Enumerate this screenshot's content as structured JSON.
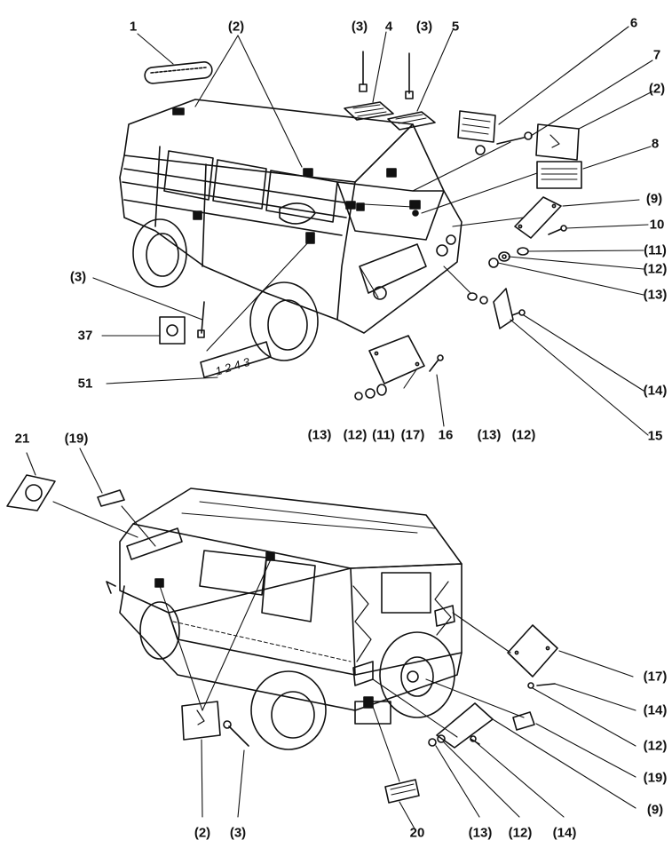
{
  "labels": {
    "top": {
      "l1": "1",
      "l2a": "(2)",
      "l3a": "(3)",
      "l4": "4",
      "l3b": "(3)",
      "l5": "5",
      "l6": "6",
      "l7": "7",
      "l2b": "(2)",
      "l8": "8",
      "l9": "(9)",
      "l10": "10",
      "l11": "(11)",
      "l12": "(12)",
      "l13": "(13)",
      "l3c": "(3)",
      "l37": "37",
      "l51": "51",
      "l14": "(14)",
      "l15": "15",
      "b13a": "(13)",
      "b12a": "(12)",
      "b11": "(11)",
      "b17": "(17)",
      "b16": "16",
      "b13b": "(13)",
      "b12b": "(12)"
    },
    "bottom": {
      "l21": "21",
      "l19a": "(19)",
      "l17": "(17)",
      "l14a": "(14)",
      "l12a": "(12)",
      "l19b": "(19)",
      "l9": "(9)",
      "b2": "(2)",
      "b3": "(3)",
      "b20": "20",
      "b13": "(13)",
      "b12": "(12)",
      "b14": "(14)"
    }
  },
  "plate_text": {
    "number_plate": "1 2 4 3"
  },
  "colors": {
    "ink": "#111111",
    "paper": "#ffffff"
  }
}
